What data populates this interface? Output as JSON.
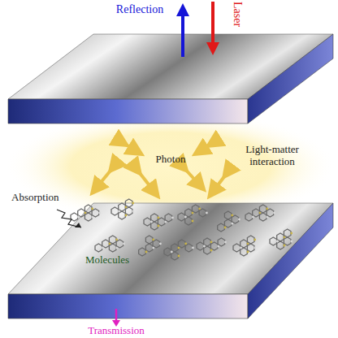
{
  "diagram": {
    "labels": [
      "Reflection",
      "Laser",
      "Photon",
      "Light-matter interaction",
      "Absorption",
      "Molecules",
      "Transmission"
    ]
  }
}
